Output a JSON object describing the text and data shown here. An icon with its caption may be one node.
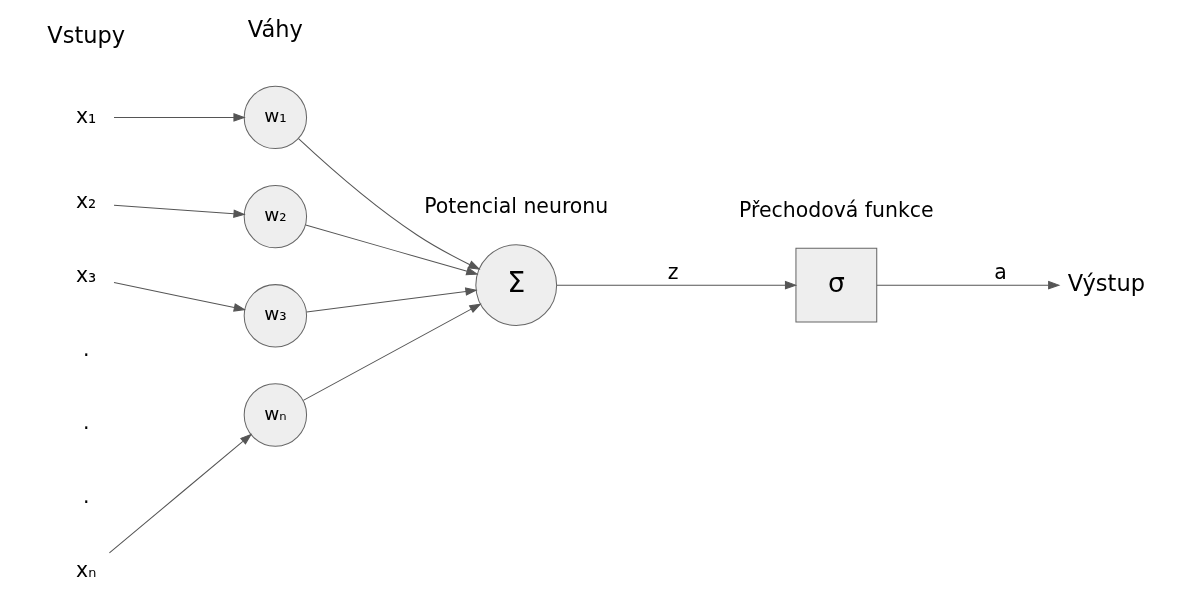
{
  "diagram": {
    "nodes": [
      {
        "text": [
          "x₁"
        ]
      },
      {
        "text": [
          "x₂"
        ]
      },
      {
        "text": [
          "x₃"
        ]
      },
      {
        "text": [
          "xₙ"
        ]
      },
      {
        "text": [
          "w₁"
        ]
      },
      {
        "text": [
          "w₂"
        ]
      },
      {
        "text": [
          "w₃"
        ]
      },
      {
        "text": [
          "wₙ"
        ]
      },
      {
        "text": [
          "Σ"
        ],
        "beside": [
          "Potencial neuronu"
        ]
      },
      {
        "text": [
          "σ"
        ],
        "beside": [
          "Přechodová funkce"
        ]
      },
      {
        "text": [
          "Výstup"
        ]
      }
    ],
    "edges": [
      {
        "from": 0,
        "to": 4,
        "arrow": "to"
      },
      {
        "from": 1,
        "to": 5,
        "arrow": "to"
      },
      {
        "from": 2,
        "to": 6,
        "arrow": "to"
      },
      {
        "from": 3,
        "to": 7,
        "arrow": "to"
      },
      {
        "from": 4,
        "to": 8,
        "arrow": "to"
      },
      {
        "from": 5,
        "to": 8,
        "arrow": "to"
      },
      {
        "from": 6,
        "to": 8,
        "arrow": "to"
      },
      {
        "from": 7,
        "to": 8,
        "arrow": "to"
      },
      {
        "from": 8,
        "to": 9,
        "arrow": "to",
        "label": "z"
      },
      {
        "from": 9,
        "to": 10,
        "arrow": "to",
        "label": "a"
      }
    ],
    "labels": [
      "Vstupy",
      "Váhy",
      ".",
      ".",
      "."
    ]
  }
}
